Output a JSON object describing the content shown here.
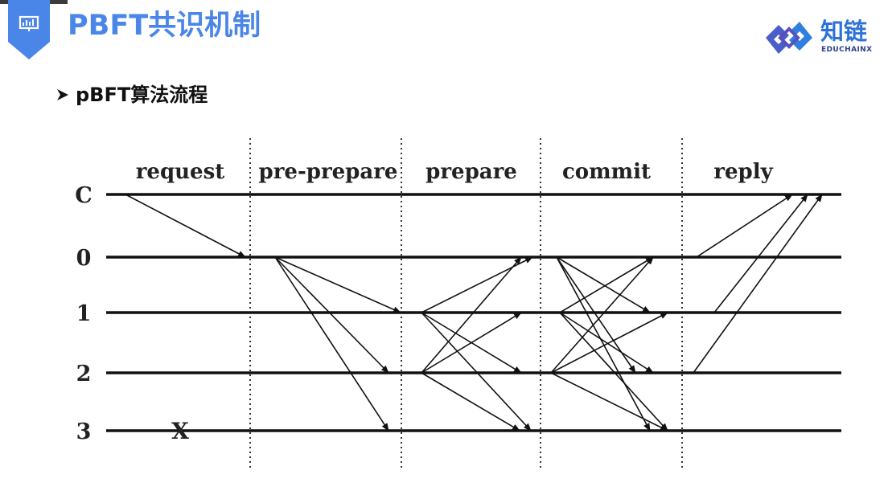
{
  "slide": {
    "title": "PBFT共识机制",
    "subtitle": "pBFT算法流程",
    "accent_color": "#4a86e8"
  },
  "logo": {
    "name_cn": "知链",
    "name_en": "EDUCHAINX"
  },
  "header_icon": "presentation-chart-icon",
  "diagram": {
    "phases": [
      "request",
      "pre-prepare",
      "prepare",
      "commit",
      "reply"
    ],
    "nodes": [
      "C",
      "0",
      "1",
      "2",
      "3"
    ],
    "faulty_node": "3",
    "faulty_marker": "X",
    "messages": [
      {
        "phase": "request",
        "from": "C",
        "to": "0"
      },
      {
        "phase": "pre-prepare",
        "from": "0",
        "to": "1"
      },
      {
        "phase": "pre-prepare",
        "from": "0",
        "to": "2"
      },
      {
        "phase": "pre-prepare",
        "from": "0",
        "to": "3"
      },
      {
        "phase": "prepare",
        "from": "1",
        "to": "0"
      },
      {
        "phase": "prepare",
        "from": "1",
        "to": "2"
      },
      {
        "phase": "prepare",
        "from": "1",
        "to": "3"
      },
      {
        "phase": "prepare",
        "from": "2",
        "to": "0"
      },
      {
        "phase": "prepare",
        "from": "2",
        "to": "1"
      },
      {
        "phase": "prepare",
        "from": "2",
        "to": "3"
      },
      {
        "phase": "commit",
        "from": "0",
        "to": "1"
      },
      {
        "phase": "commit",
        "from": "0",
        "to": "2"
      },
      {
        "phase": "commit",
        "from": "0",
        "to": "3"
      },
      {
        "phase": "commit",
        "from": "1",
        "to": "0"
      },
      {
        "phase": "commit",
        "from": "1",
        "to": "2"
      },
      {
        "phase": "commit",
        "from": "1",
        "to": "3"
      },
      {
        "phase": "commit",
        "from": "2",
        "to": "0"
      },
      {
        "phase": "commit",
        "from": "2",
        "to": "1"
      },
      {
        "phase": "commit",
        "from": "2",
        "to": "3"
      },
      {
        "phase": "reply",
        "from": "0",
        "to": "C"
      },
      {
        "phase": "reply",
        "from": "1",
        "to": "C"
      },
      {
        "phase": "reply",
        "from": "2",
        "to": "C"
      }
    ]
  }
}
